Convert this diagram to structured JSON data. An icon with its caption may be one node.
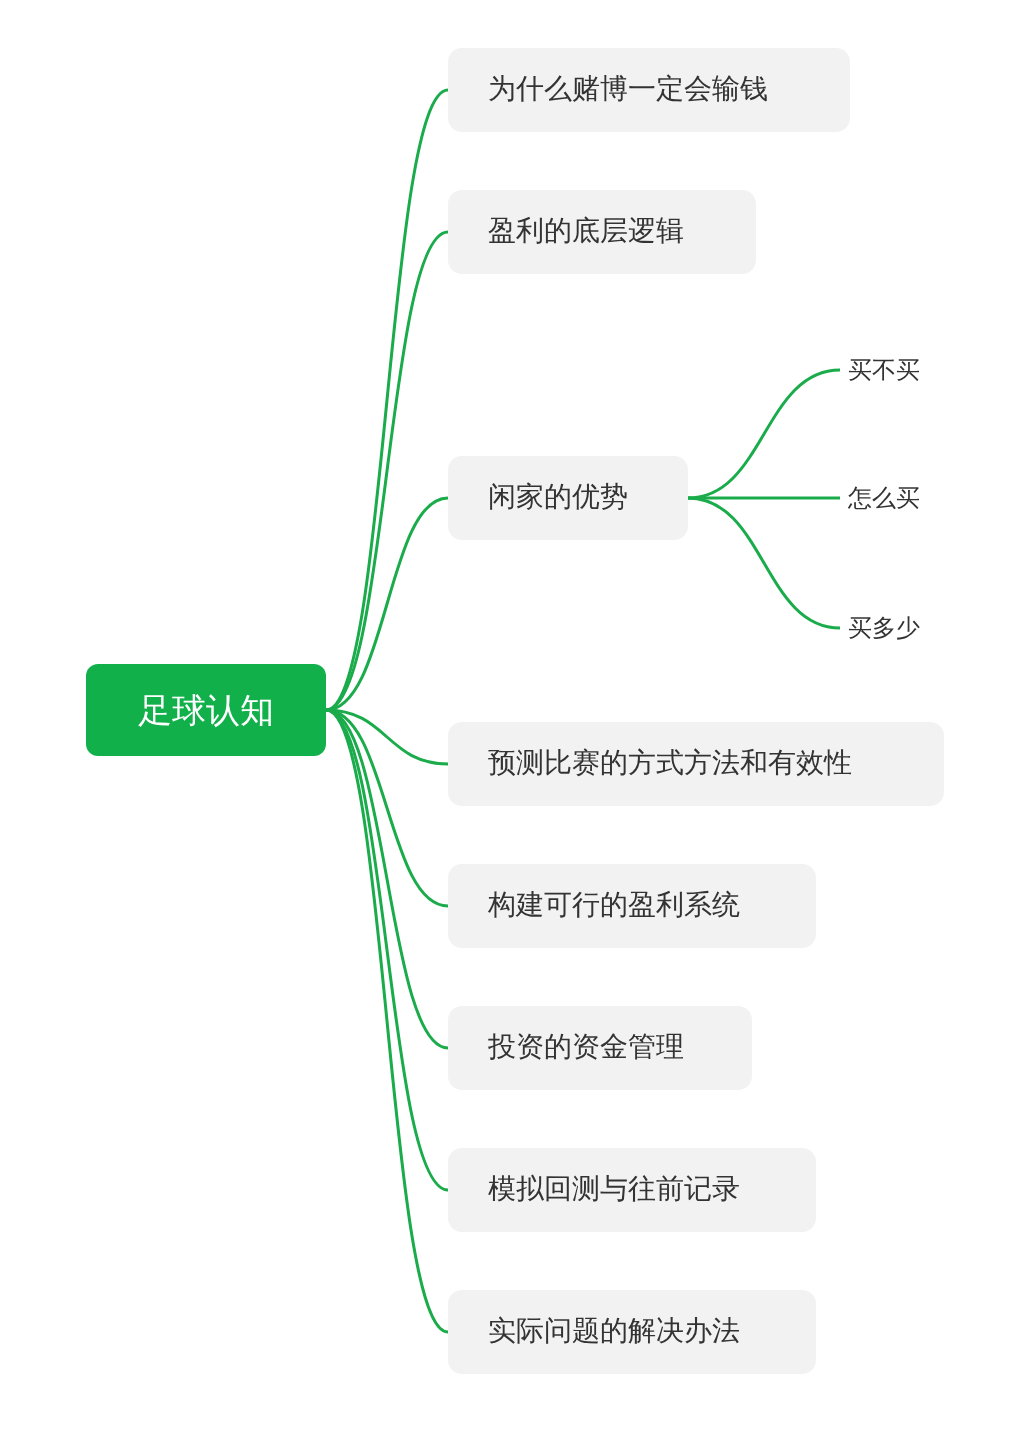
{
  "diagram": {
    "nodes": [
      {
        "text": [
          "足球认知"
        ]
      },
      {
        "text": [
          "为什么赌博一定会输钱"
        ]
      },
      {
        "text": [
          "盈利的底层逻辑"
        ]
      },
      {
        "text": [
          "闲家的优势"
        ]
      },
      {
        "text": [
          "买不买"
        ]
      },
      {
        "text": [
          "怎么买"
        ]
      },
      {
        "text": [
          "买多少"
        ]
      },
      {
        "text": [
          "预测比赛的方式方法和有效性"
        ]
      },
      {
        "text": [
          "构建可行的盈利系统"
        ]
      },
      {
        "text": [
          "投资的资金管理"
        ]
      },
      {
        "text": [
          "模拟回测与往前记录"
        ]
      },
      {
        "text": [
          "实际问题的解决办法"
        ]
      }
    ],
    "edges": [
      {
        "from": 0,
        "to": 1,
        "arrow": "none"
      },
      {
        "from": 0,
        "to": 2,
        "arrow": "none"
      },
      {
        "from": 0,
        "to": 3,
        "arrow": "none"
      },
      {
        "from": 3,
        "to": 4,
        "arrow": "none"
      },
      {
        "from": 3,
        "to": 5,
        "arrow": "none"
      },
      {
        "from": 3,
        "to": 6,
        "arrow": "none"
      },
      {
        "from": 0,
        "to": 7,
        "arrow": "none"
      },
      {
        "from": 0,
        "to": 8,
        "arrow": "none"
      },
      {
        "from": 0,
        "to": 9,
        "arrow": "none"
      },
      {
        "from": 0,
        "to": 10,
        "arrow": "none"
      },
      {
        "from": 0,
        "to": 11,
        "arrow": "none"
      }
    ]
  }
}
